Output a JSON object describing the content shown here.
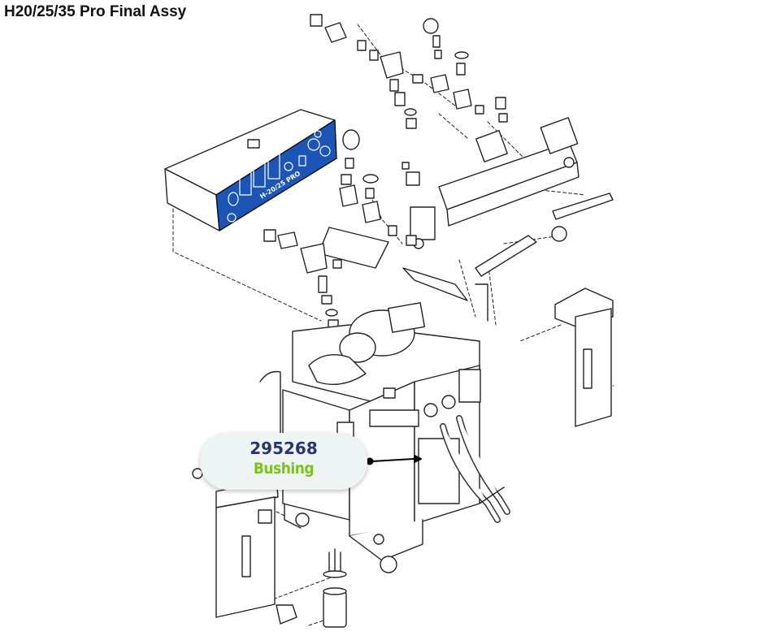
{
  "title": "H20/25/35 Pro Final Assy",
  "callout": {
    "part_number": "295268",
    "part_name": "Bushing"
  },
  "control_panel": {
    "label": "H-20/25 PRO",
    "color": "#1c55b6"
  },
  "colors": {
    "line": "#222222",
    "panel": "#1c55b6",
    "callout_bg": "#eef3f3",
    "part_number": "#2a3470",
    "part_name": "#7cc21c"
  }
}
